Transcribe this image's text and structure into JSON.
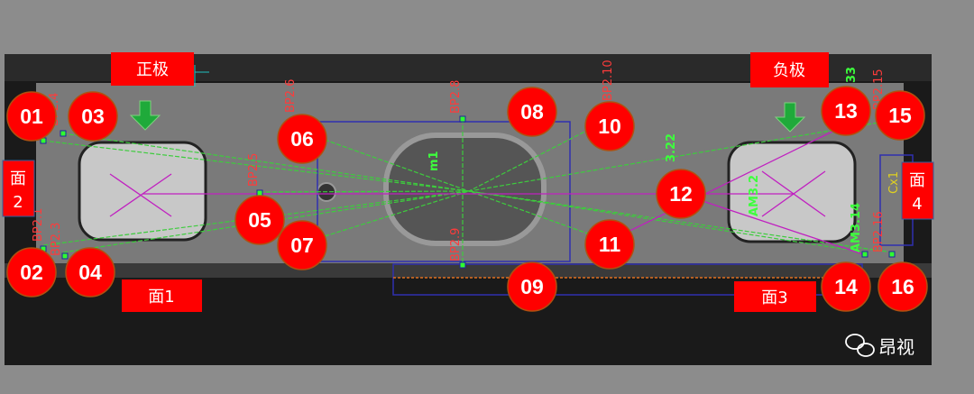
{
  "labels": {
    "positive": "正极",
    "negative": "负极",
    "face1": "面1",
    "face2": [
      "面",
      "2"
    ],
    "face3": "面3",
    "face4": [
      "面",
      "4"
    ]
  },
  "markers": [
    "01",
    "02",
    "03",
    "04",
    "05",
    "06",
    "07",
    "08",
    "09",
    "10",
    "11",
    "12",
    "13",
    "14",
    "15",
    "16"
  ],
  "measure_labels": {
    "bp_1": "BP2.1",
    "bp_3": "BP2.3",
    "bp_4": "BP2.4",
    "bp_5": "BP2.5",
    "bp_6": "BP2.6",
    "bp_8": "BP2.8",
    "bp_9": "BP2.9",
    "bp_10": "BP2.10",
    "bp_15": "BP2.15",
    "bp_16": "BP2.16",
    "am_14": "AM3.14",
    "am_2": "AM3.2",
    "m1": "m1",
    "cx1": "Cx1",
    "v22": "3.22",
    "v33": "33"
  },
  "watermark": "昂视",
  "colors": {
    "marker": "#ff0000",
    "arrow": "#1faa3a",
    "measure_line": "#3dcc3d",
    "axis_line": "#c020c0",
    "roi": "#3030b0"
  }
}
